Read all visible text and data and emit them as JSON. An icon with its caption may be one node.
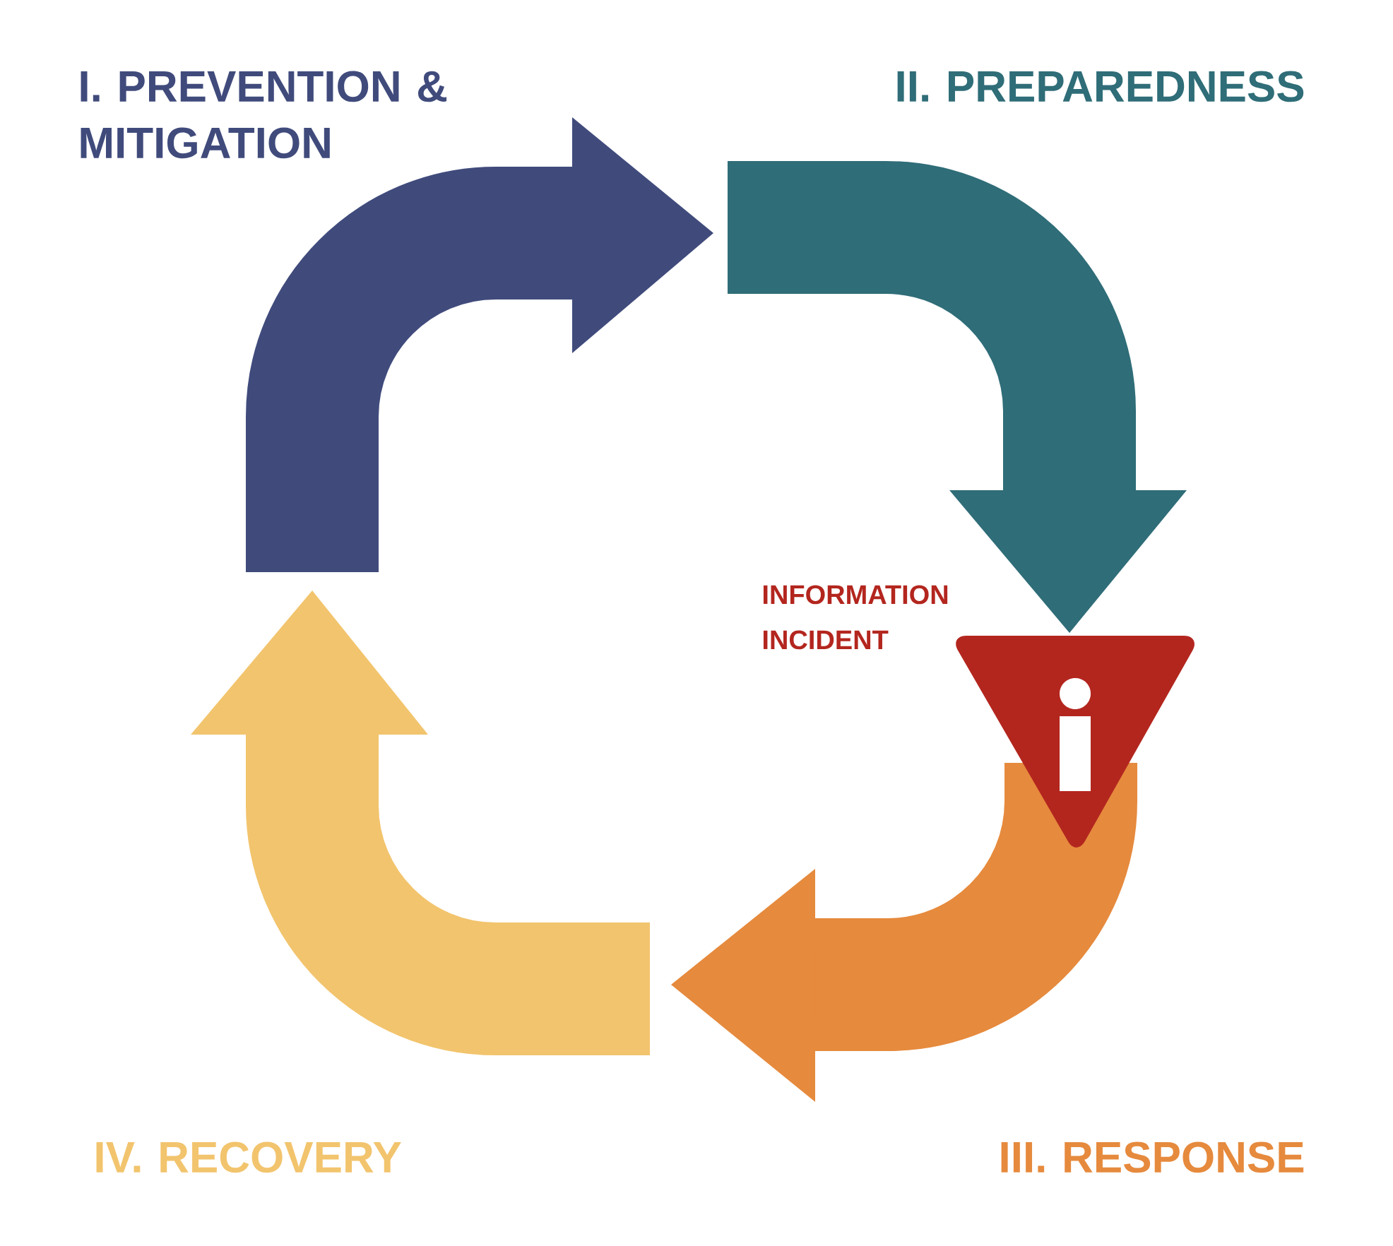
{
  "diagram": {
    "nodes": [
      {
        "text": [
          "I. PREVENTION & MITIGATION"
        ]
      },
      {
        "text": [
          "II. PREPAREDNESS"
        ]
      },
      {
        "text": [
          "III. RESPONSE"
        ]
      },
      {
        "text": [
          "IV. RECOVERY"
        ]
      },
      {
        "text": [],
        "shape": "triangle",
        "beside": [
          "INFORMATION INCIDENT"
        ]
      }
    ]
  }
}
